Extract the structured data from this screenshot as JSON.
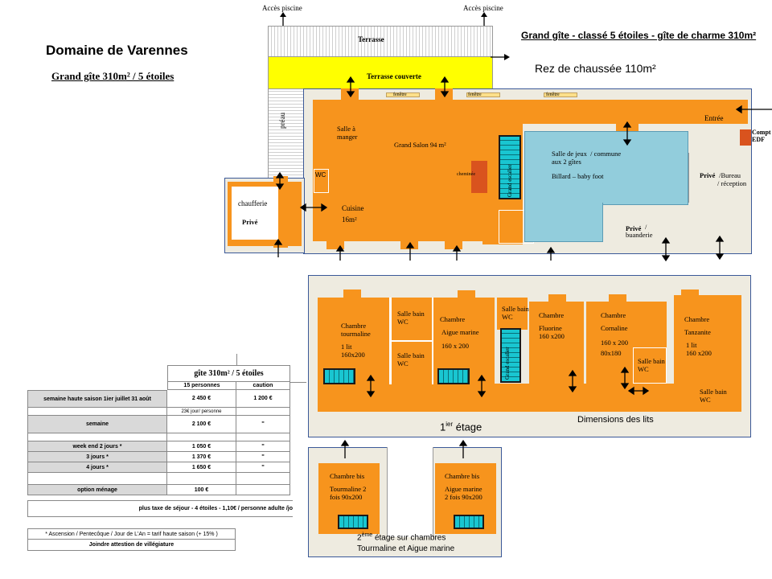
{
  "header": {
    "domain_title": "Domaine  de Varennes",
    "subtitle": "Grand gîte 310m²  /  5 étoiles",
    "classification": "Grand gîte - classé  5 étoiles -  gîte de charme   310m²",
    "ground_floor": "Rez de chaussée  110m²"
  },
  "ground": {
    "acces_piscine_left": "Accès piscine",
    "acces_piscine_right": "Accès piscine",
    "terrasse": "Terrasse",
    "terrasse_couverte": "Terrasse  couverte",
    "preau": "préau",
    "fenetre_1": "fenêtre",
    "fenetre_2": "fenêtre",
    "fenetre_3": "fenêtre",
    "salle_a_manger": "Salle à\nmanger",
    "grand_salon": "Grand Salon  94 m²",
    "cheminee": "cheminée",
    "wc": "WC",
    "cuisine": "Cuisine\n16m²",
    "chaufferie": "chaufferie",
    "prive_chaufferie": "Privé",
    "grand_escalier": "Grand escalier",
    "salle_jeux": "Salle de jeux  / commune\naux 2 gîtes",
    "billard": "Billard – baby foot",
    "entree": "Entrée",
    "compteur": "Compt\nEDF",
    "prive_bureau_bold": "Privé",
    "prive_bureau": " /Bureau\n/ réception",
    "prive_buanderie_bold": "Privé",
    "buanderie": "/\nbuanderie"
  },
  "first_floor": {
    "label_prefix": "1",
    "label_sup": "ier",
    "label_suffix": " étage",
    "dimensions_label": "Dimensions des lits",
    "chambre_tourmaline": "Chambre\ntourmaline",
    "tourmaline_bed": "1 lit\n160x200",
    "salle_bain_1": "Salle bain\nWC",
    "salle_bain_2": "Salle bain\nWC",
    "chambre_aigue": "Chambre",
    "aigue_name": "Aigue marine",
    "aigue_bed": "160 x 200",
    "salle_bain_3": "Salle bain\nWC",
    "stair_label": "Grand escalier",
    "chambre_fluorine": "Chambre",
    "fluorine_name": "Fluorine\n160 x200",
    "chambre_cornaline": "Chambre",
    "cornaline_name": "Cornaline",
    "cornaline_bed": "160 x 200\n80x180",
    "salle_bain_4": "Salle bain\nWC",
    "chambre_tanzanite": "Chambre",
    "tanzanite_name": "Tanzanite",
    "tanzanite_bed": "1 lit\n160 x200",
    "salle_bain_5": "Salle bain\nWC"
  },
  "second_floor": {
    "chambre_bis_1": "Chambre bis",
    "tourmaline_2": "Tourmaline 2\nfois 90x200",
    "chambre_bis_2": "Chambre bis",
    "aigue_marine_2": "Aigue marine\n2 fois 90x200",
    "label_prefix": "2",
    "label_sup": "ème",
    "label_suffix": " étage sur chambres",
    "label_line2": "Tourmaline et Aigue marine"
  },
  "price_table": {
    "title": "gîte  310m² / 5 étoiles",
    "col_persons": "15 personnes",
    "col_caution": "caution",
    "rows": [
      {
        "label": "semaine haute saison 1ier juillet 31 août",
        "price": "2 450 €",
        "caution": "1 200 €"
      },
      {
        "label": "",
        "price": "23€ jour/ personne",
        "caution": ""
      },
      {
        "label": "semaine",
        "price": "2 100 €",
        "caution": "''"
      },
      {
        "label": "",
        "price": "",
        "caution": ""
      },
      {
        "label": "week end 2 jours *",
        "price": "1 050 €",
        "caution": "''"
      },
      {
        "label": "3 jours *",
        "price": "1 370 €",
        "caution": "''"
      },
      {
        "label": "4 jours *",
        "price": "1 650 €",
        "caution": "''"
      },
      {
        "label": "",
        "price": "",
        "caution": ""
      },
      {
        "label": "option ménage",
        "price": "100 €",
        "caution": ""
      }
    ],
    "taxe": "plus  taxe de séjour - 4 étoiles - 1,10€ / personne adulte /jo",
    "note": "* Ascension / Pentecôque / Jour de L'An = tarif haute saison (+ 15% )",
    "attestation": "Joindre attestion de villégiature"
  },
  "colors": {
    "room": "#f7941d",
    "plan_bg": "#eeebe0",
    "covered_terrace": "#ffff00",
    "game_room": "#92cddc",
    "fireplace": "#d9531e",
    "stairs": "#19c6d1"
  }
}
